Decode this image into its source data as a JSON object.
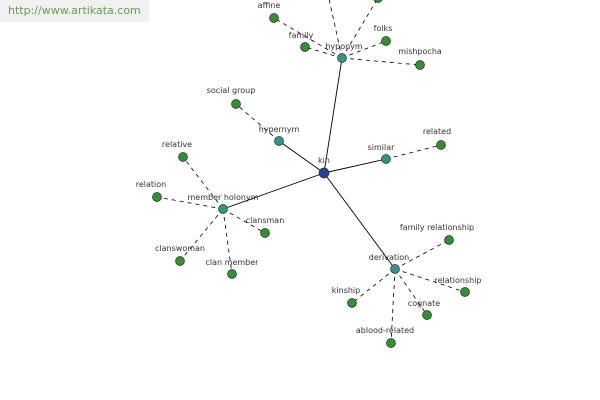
{
  "source_url": "http://www.artikata.com",
  "colors": {
    "badge_bg": "#f0f0f0",
    "badge_text": "#6a9a5a",
    "center_node": "#2c3f95",
    "relation_node": "#3e8e8e",
    "leaf_node": "#3a8a3a",
    "edge": "#000000",
    "label": "#333333"
  },
  "graph": {
    "center": {
      "id": "kin",
      "label": "kin"
    },
    "relations": [
      {
        "id": "hyponym",
        "label": "hyponym"
      },
      {
        "id": "hypernym",
        "label": "hypernym"
      },
      {
        "id": "similar",
        "label": "similar"
      },
      {
        "id": "member-holonym",
        "label": "member holonym"
      },
      {
        "id": "derivation",
        "label": "derivation"
      }
    ],
    "leaves": [
      {
        "id": "affine",
        "label": "affine",
        "parent": "hyponym"
      },
      {
        "id": "family",
        "label": "family",
        "parent": "hyponym"
      },
      {
        "id": "folks",
        "label": "folks",
        "parent": "hyponym"
      },
      {
        "id": "mishpocha",
        "label": "mishpocha",
        "parent": "hyponym"
      },
      {
        "id": "hyponym-offscreen-1",
        "label": "",
        "parent": "hyponym"
      },
      {
        "id": "hyponym-offscreen-2",
        "label": "",
        "parent": "hyponym"
      },
      {
        "id": "social-group",
        "label": "social group",
        "parent": "hypernym"
      },
      {
        "id": "related",
        "label": "related",
        "parent": "similar"
      },
      {
        "id": "relative",
        "label": "relative",
        "parent": "member-holonym"
      },
      {
        "id": "relation",
        "label": "relation",
        "parent": "member-holonym"
      },
      {
        "id": "clansman",
        "label": "clansman",
        "parent": "member-holonym"
      },
      {
        "id": "clanswoman",
        "label": "clanswoman",
        "parent": "member-holonym"
      },
      {
        "id": "clan-member",
        "label": "clan member",
        "parent": "member-holonym"
      },
      {
        "id": "family-relationship",
        "label": "family relationship",
        "parent": "derivation"
      },
      {
        "id": "relationship",
        "label": "relationship",
        "parent": "derivation"
      },
      {
        "id": "kinship",
        "label": "kinship",
        "parent": "derivation"
      },
      {
        "id": "cognate",
        "label": "cognate",
        "parent": "derivation"
      },
      {
        "id": "ablood-related",
        "label": "ablood-related",
        "parent": "derivation"
      }
    ]
  }
}
